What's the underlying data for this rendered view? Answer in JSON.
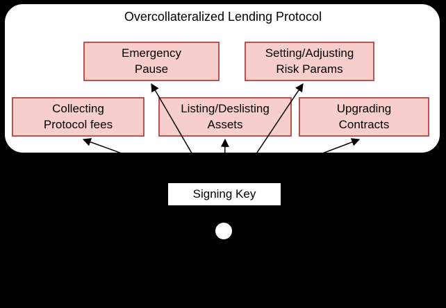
{
  "diagram": {
    "title": "Overcollateralized Lending Protocol",
    "boxes": {
      "emergency_pause": "Emergency\nPause",
      "risk_params": "Setting/Adjusting\nRisk Params",
      "collecting_fees": "Collecting\nProtocol fees",
      "listing_assets": "Listing/Deslisting\nAssets",
      "upgrading_contracts": "Upgrading\nContracts"
    },
    "signing_key_label": "Signing Key",
    "connections": [
      "signing-key -> collecting_fees",
      "signing-key -> emergency_pause",
      "signing-key -> listing_assets",
      "signing-key -> risk_params",
      "signing-key -> upgrading_contracts"
    ],
    "colors": {
      "box_fill": "#f8cecc",
      "box_border": "#b85450",
      "panel_fill": "#ffffff",
      "panel_border": "#000000",
      "background": "#000000",
      "arrow": "#000000"
    }
  }
}
